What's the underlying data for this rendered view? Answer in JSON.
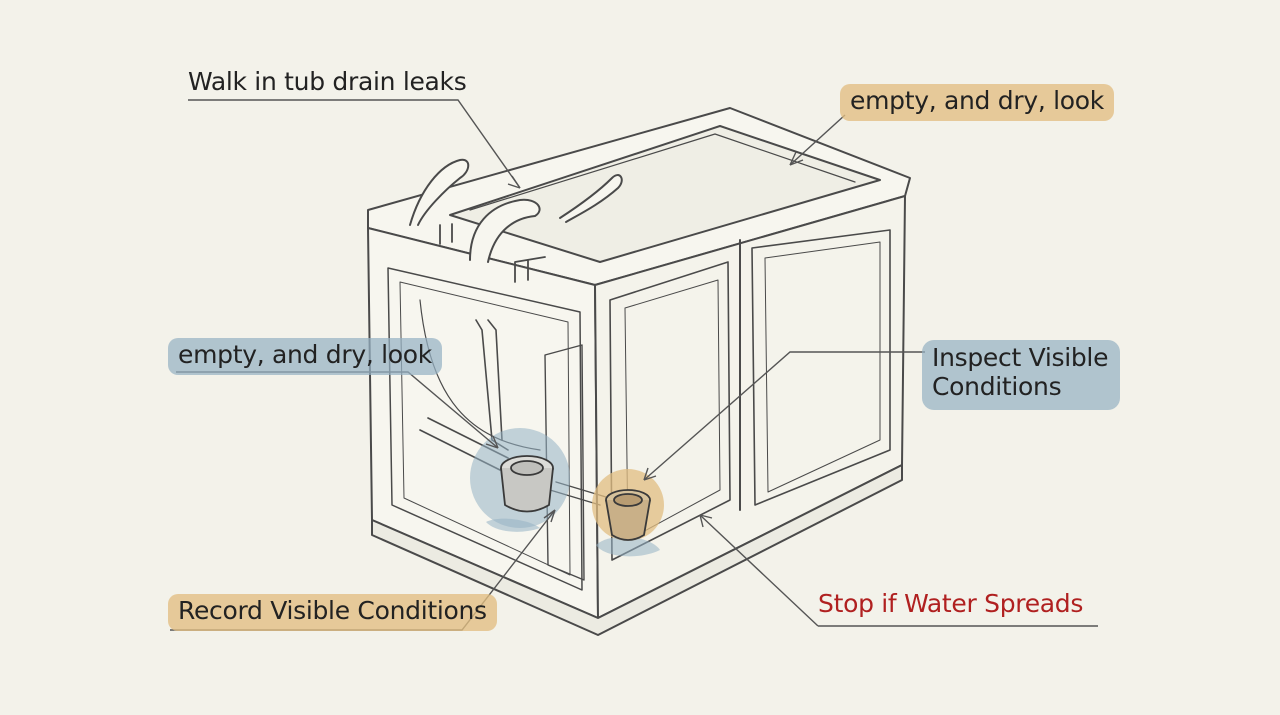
{
  "labels": {
    "drain_leaks": "Walk in tub drain leaks",
    "empty_dry_top": "empty, and dry, look",
    "empty_dry_left": "empty, and dry, look",
    "inspect_line1": "Inspect Visible",
    "inspect_line2": "Conditions",
    "record": "Record Visible Conditions",
    "stop": "Stop if Water Spreads"
  },
  "colors": {
    "background": "#f3f2ea",
    "line": "#4a4a4a",
    "highlight_orange": "#e2be82",
    "highlight_blue": "#96b2c4",
    "warning_text": "#b02020"
  }
}
